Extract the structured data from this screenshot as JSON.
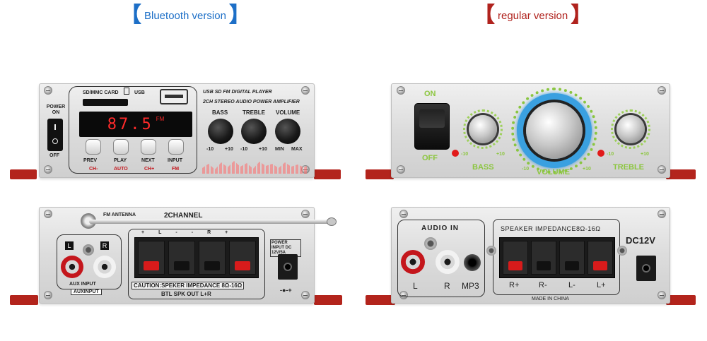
{
  "headers": {
    "bluetooth": "Bluetooth version",
    "regular": "regular version"
  },
  "bt_front": {
    "power_on": "POWER ON",
    "power_off": "OFF",
    "card_label": "SD/MMC CARD",
    "usb_label": "USB",
    "display_value": "87.5",
    "display_unit": "FM",
    "title_line1": "USB SD FM DIGITAL PLAYER",
    "title_line2": "2CH STEREO AUDIO POWER AMPLIFIER",
    "knobs": [
      {
        "label": "BASS",
        "min": "-10",
        "max": "+10"
      },
      {
        "label": "TREBLE",
        "min": "-10",
        "max": "+10"
      },
      {
        "label": "VOLUME",
        "min": "MIN",
        "max": "MAX"
      }
    ],
    "buttons": [
      "PREV",
      "PLAY",
      "NEXT",
      "INPUT"
    ],
    "button_sub": [
      "CH-",
      "AUTO",
      "CH+",
      "FM"
    ]
  },
  "reg_front": {
    "on": "ON",
    "off": "OFF",
    "bass": "BASS",
    "volume": "VOLUME",
    "treble": "TREBLE",
    "minus": "-10",
    "plus": "+10"
  },
  "bt_back": {
    "antenna": "FM ANTENNA",
    "channel": "2CHANNEL",
    "jack_l": "L",
    "jack_r": "R",
    "aux1": "AUX INPUT",
    "aux2": "AUXINPUT",
    "terminals": [
      "+",
      "L",
      "-",
      "-",
      "R",
      "+"
    ],
    "caution": "CAUTION:SPEKER IMPEDANCE 8Ω-16Ω",
    "btl": "BTL  SPK  OUT  L+R",
    "power_input": "POWER INPUT DC 12V/5A"
  },
  "reg_back": {
    "audio_in": "AUDIO IN",
    "jack_l": "L",
    "jack_r": "R",
    "mp3": "MP3",
    "impedance": "SPEAKER IMPEDANCE8Ω-16Ω",
    "terminals": [
      "R+",
      "R-",
      "L-",
      "L+"
    ],
    "dc": "DC12V",
    "made_in": "MADE IN CHINA"
  },
  "colors": {
    "foot_red": "#b3241c",
    "display_red": "#ff2a2a",
    "volume_ring": "#3aa0e0",
    "label_green": "#8cc63f"
  }
}
